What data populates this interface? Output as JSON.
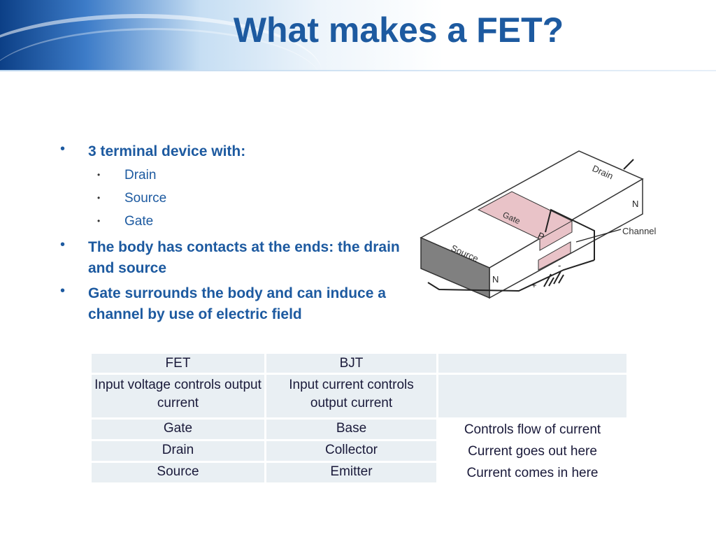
{
  "slide": {
    "title": "What makes a FET?",
    "bullets": [
      {
        "text": "3 terminal device with:",
        "sub": [
          "Drain",
          "Source",
          "Gate"
        ]
      },
      {
        "text": "The body has contacts at the ends: the drain and source"
      },
      {
        "text": "Gate surrounds the body and can induce a channel by use of electric field"
      }
    ],
    "bullet_glyph": "•"
  },
  "diagram": {
    "labels": {
      "drain": "Drain",
      "source": "Source",
      "gate": "Gate",
      "channel": "Channel",
      "n_top": "N",
      "n_bottom": "N",
      "p": "P",
      "plus": "+",
      "minus": "-"
    },
    "colors": {
      "gate": "#e9c3c8",
      "body": "#ffffff",
      "source_face": "#808080"
    }
  },
  "table": {
    "rows": [
      [
        "FET",
        "BJT",
        ""
      ],
      [
        "Input voltage controls output current",
        "Input current controls output current",
        ""
      ],
      [
        "Gate",
        "Base",
        "Controls flow of current"
      ],
      [
        "Drain",
        "Collector",
        "Current goes out here"
      ],
      [
        "Source",
        "Emitter",
        "Current comes in here"
      ]
    ]
  }
}
